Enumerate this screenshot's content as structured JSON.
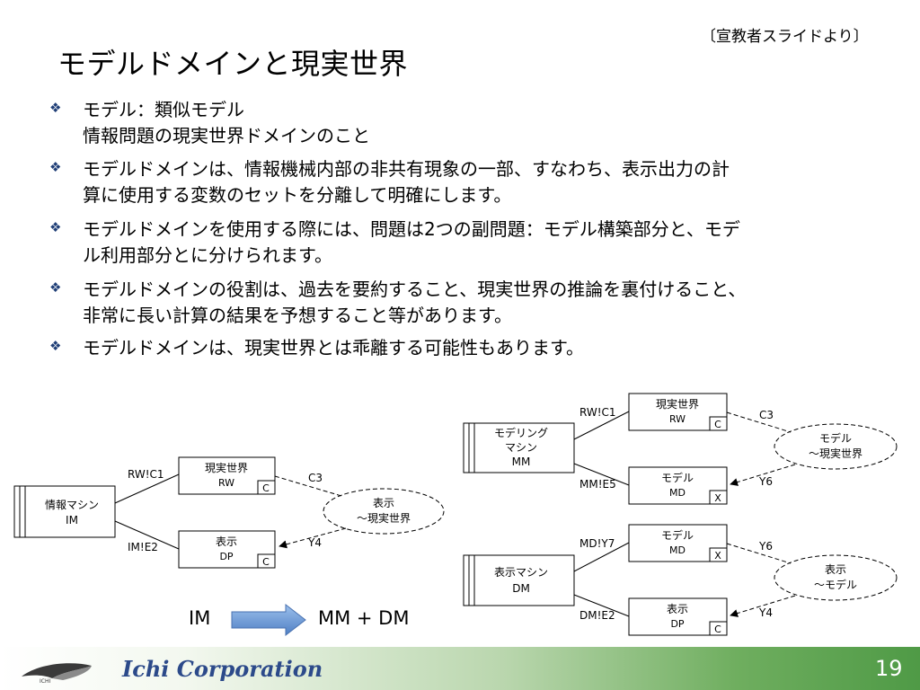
{
  "slide": {
    "source_note": "〔宣教者スライドより〕",
    "title": "モデルドメインと現実世界",
    "bullets": [
      {
        "lines": [
          "モデル：類似モデル",
          "情報問題の現実世界ドメインのこと"
        ]
      },
      {
        "lines": [
          "モデルドメインは、情報機械内部の非共有現象の一部、すなわち、表示出力の計",
          "算に使用する変数のセットを分離して明確にします。"
        ]
      },
      {
        "lines": [
          "モデルドメインを使用する際には、問題は2つの副問題：モデル構築部分と、モデ",
          "ル利用部分とに分けられます。"
        ]
      },
      {
        "lines": [
          "モデルドメインの役割は、過去を要約すること、現実世界の推論を裏付けること、",
          "非常に長い計算の結果を予想すること等があります。"
        ]
      },
      {
        "lines": [
          "モデルドメインは、現実世界とは乖離する可能性もあります。"
        ]
      }
    ],
    "bullet_glyph": "❖"
  },
  "diagram_left": {
    "machine": {
      "line1": "情報マシン",
      "line2": "IM"
    },
    "domain_top": {
      "line1": "現実世界",
      "line2": "RW",
      "tag": "C"
    },
    "domain_bottom": {
      "line1": "表示",
      "line2": "DP",
      "tag": "C"
    },
    "link_top": "RW!C1",
    "link_bottom": "IM!E2",
    "requirement": {
      "line1": "表示",
      "line2": "～現実世界"
    },
    "ref_top": "C3",
    "ref_bottom": "Y4"
  },
  "diagram_right_top": {
    "machine": {
      "line1": "モデリング",
      "line2": "マシン",
      "line3": "MM"
    },
    "domain_top": {
      "line1": "現実世界",
      "line2": "RW",
      "tag": "C"
    },
    "domain_bottom": {
      "line1": "モデル",
      "line2": "MD",
      "tag": "X"
    },
    "link_top": "RW!C1",
    "link_bottom": "MM!E5",
    "requirement": {
      "line1": "モデル",
      "line2": "～現実世界"
    },
    "ref_top": "C3",
    "ref_bottom": "Y6"
  },
  "diagram_right_bottom": {
    "machine": {
      "line1": "表示マシン",
      "line2": "DM"
    },
    "domain_top": {
      "line1": "モデル",
      "line2": "MD",
      "tag": "X"
    },
    "domain_bottom": {
      "line1": "表示",
      "line2": "DP",
      "tag": "C"
    },
    "link_top": "MD!Y7",
    "link_bottom": "DM!E2",
    "requirement": {
      "line1": "表示",
      "line2": "～モデル"
    },
    "ref_top": "Y6",
    "ref_bottom": "Y4"
  },
  "transformation": {
    "from": "IM",
    "to": "MM + DM"
  },
  "footer": {
    "company": "Ichi Corporation",
    "logo_text": "ICHI",
    "page_number": "19"
  },
  "colors": {
    "bullet": "#1f3e76",
    "company_text": "#2c4a8a",
    "arrow_fill": "#6d9bd6",
    "footer_green": "#4f9a46"
  },
  "icons": {
    "bullet": "diamond-bullet-icon",
    "transform_arrow": "right-arrow-icon",
    "logo": "ichi-logo-icon"
  }
}
